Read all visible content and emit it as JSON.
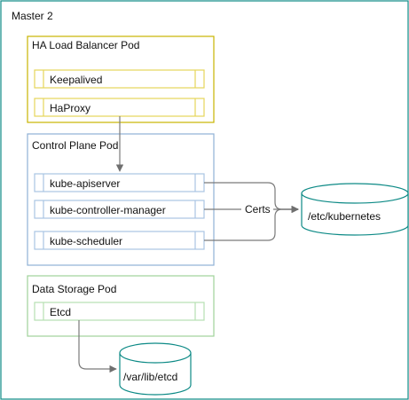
{
  "master": {
    "title": "Master 2"
  },
  "ha_pod": {
    "title": "HA Load Balancer Pod",
    "components": [
      "Keepalived",
      "HaProxy"
    ]
  },
  "control_pod": {
    "title": "Control Plane Pod",
    "components": [
      "kube-apiserver",
      "kube-controller-manager",
      "kube-scheduler"
    ]
  },
  "storage_pod": {
    "title": "Data Storage Pod",
    "components": [
      "Etcd"
    ]
  },
  "certs_label": "Certs",
  "stores": {
    "kubernetes": "/etc/kubernetes",
    "etcd": "/var/lib/etcd"
  },
  "colors": {
    "master_border": "#0d8a86",
    "ha_border": "#c9b300",
    "control_border": "#8fb1d6",
    "storage_border": "#9fd39a",
    "store_border": "#0d8a86",
    "connector": "#7a7a7a"
  }
}
